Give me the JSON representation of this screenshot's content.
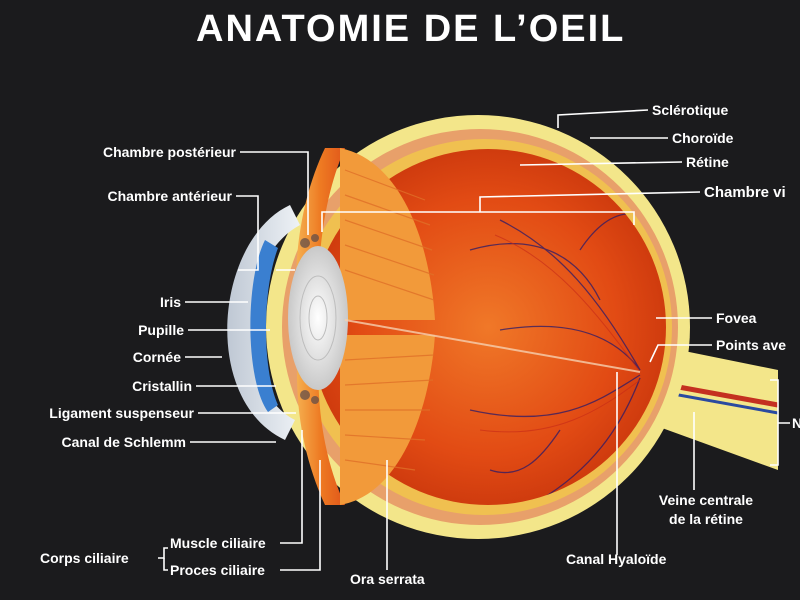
{
  "title": "ANATOMIE DE L’OEIL",
  "labels": {
    "chambre_posterieur": "Chambre postérieur",
    "chambre_anterieur": "Chambre antérieur",
    "iris": "Iris",
    "pupille": "Pupille",
    "cornee": "Cornée",
    "cristallin": "Cristallin",
    "ligament_suspenseur": "Ligament suspenseur",
    "canal_schlemm": "Canal de Schlemm",
    "corps_ciliaire": "Corps ciliaire",
    "muscle_ciliaire": "Muscle ciliaire",
    "proces_ciliaire": "Proces ciliaire",
    "ora_serrata": "Ora serrata",
    "canal_hyaloide": "Canal Hyaloïde",
    "veine_centrale_1": "Veine centrale",
    "veine_centrale_2": "de la rétine",
    "sclerotique": "Sclérotique",
    "choroide": "Choroïde",
    "retine": "Rétine",
    "chambre_vitree": "Chambre vi",
    "fovea": "Fovea",
    "points_aveugle": "Points ave",
    "nerf": "N"
  },
  "colors": {
    "background": "#1b1b1d",
    "sclera": "#f3e68a",
    "choroid": "#e8a06a",
    "retina": "#f0c050",
    "vitreous": "#e24b14",
    "lens": "#eeeeee",
    "iris": "#3a7fd0",
    "vessels": "#2a1a6a"
  }
}
